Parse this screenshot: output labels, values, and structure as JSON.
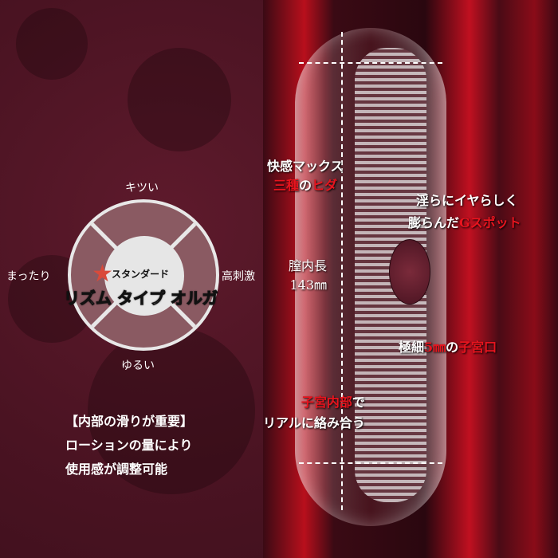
{
  "dial": {
    "top": "キツい",
    "left": "まったり",
    "right": "高刺激",
    "bottom": "ゆるい",
    "badge": "スタンダード",
    "product": "リズム タイプ オルガ"
  },
  "notes": [
    "【内部の滑りが重要】",
    "ローションの量により",
    "使用感が調整可能"
  ],
  "features": {
    "folds_line1": "快感マックス",
    "folds_line2_red": "三種",
    "folds_line2_mid": "の",
    "folds_line2_red2": "ヒダ",
    "gspot_line1": "淫らにイヤらしく",
    "gspot_line2": "膨らんだ",
    "gspot_line2_red": "Gスポット",
    "length_label": "膣内長",
    "length_value": "143㎜",
    "cervix_a": "極細",
    "cervix_red": "5㎜",
    "cervix_b": "の",
    "cervix_red2": "子宮口",
    "uterus_red": "子宮内部",
    "uterus_a": "で",
    "uterus_line2": "リアルに絡み合う"
  },
  "colors": {
    "accent": "#e8141e",
    "background": "#4a1322"
  }
}
